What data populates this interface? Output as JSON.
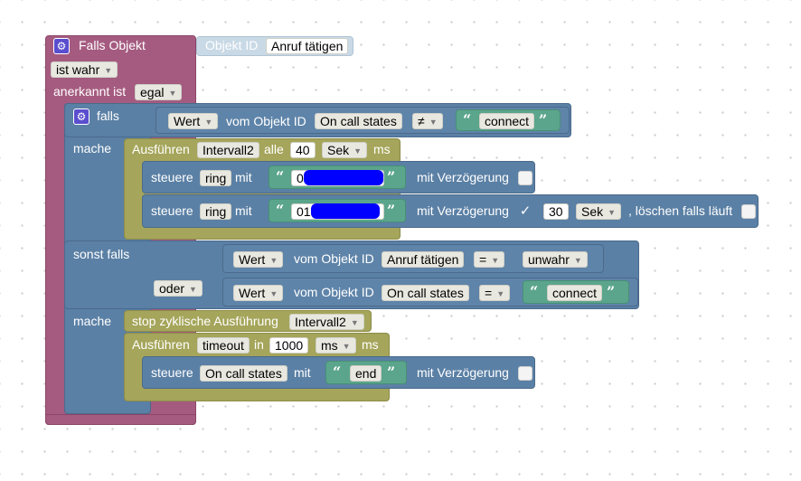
{
  "trigger": {
    "title": "Falls Objekt",
    "object_id_label": "Objekt ID",
    "object_id_value": "Anruf tätigen",
    "ist_label": "ist wahr",
    "ack_label": "anerkannt ist",
    "ack_value": "egal"
  },
  "if_block": {
    "falls_label": "falls",
    "wert_label": "Wert",
    "vom_objekt_label": "vom Objekt ID",
    "object_value_1": "On call states",
    "operator_1": "≠",
    "string_1": "connect",
    "mache_label": "mache",
    "sonst_falls_label": "sonst falls",
    "oder_label": "oder"
  },
  "interval": {
    "ausfuehren_label": "Ausführen",
    "name": "Intervall2",
    "alle_label": "alle",
    "value": "40",
    "unit": "Sek",
    "ms_label": "ms"
  },
  "control1": {
    "steuere_label": "steuere",
    "target": "ring",
    "mit_label": "mit",
    "value_visible": "0",
    "delay_label": "mit Verzögerung"
  },
  "control2": {
    "steuere_label": "steuere",
    "target": "ring",
    "mit_label": "mit",
    "value_visible": "01",
    "delay_label": "mit Verzögerung",
    "delay_checked": "✓",
    "delay_value": "30",
    "delay_unit": "Sek",
    "clear_label": ", löschen falls läuft"
  },
  "elseif": {
    "wert_label": "Wert",
    "vom_objekt_label": "vom Objekt ID",
    "object_value_2": "Anruf tätigen",
    "operator_2": "=",
    "bool_value": "unwahr",
    "object_value_3": "On call states",
    "operator_3": "=",
    "string_3": "connect"
  },
  "stop": {
    "label": "stop zyklische Ausführung",
    "name": "Intervall2"
  },
  "timeout": {
    "ausfuehren_label": "Ausführen",
    "name": "timeout",
    "in_label": "in",
    "value": "1000",
    "unit": "ms",
    "ms_label": "ms"
  },
  "control3": {
    "steuere_label": "steuere",
    "target": "On call states",
    "mit_label": "mit",
    "value": "end",
    "delay_label": "mit Verzögerung"
  },
  "colors": {
    "event": "#a55b80",
    "logic": "#5b80a5",
    "timer": "#a5a55b",
    "text": "#5ba58c",
    "redaction": "#0000ff"
  }
}
